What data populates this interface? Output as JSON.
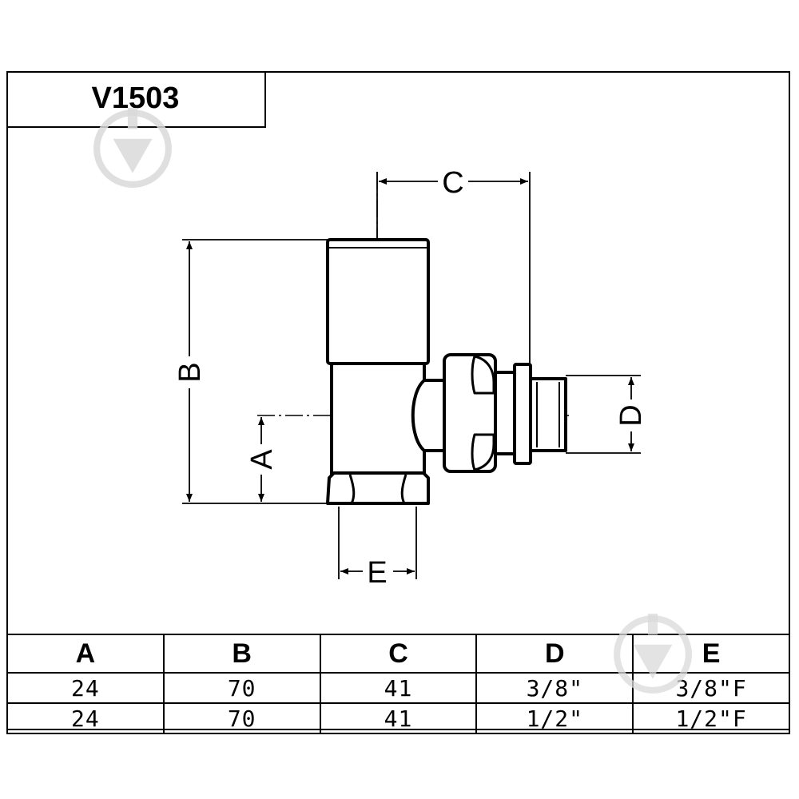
{
  "model": {
    "code": "V1503"
  },
  "dimensions": {
    "a": "A",
    "b": "B",
    "c": "C",
    "d": "D",
    "e": "E"
  },
  "table": {
    "headers": [
      "A",
      "B",
      "C",
      "D",
      "E"
    ],
    "rows": [
      [
        "24",
        "70",
        "41",
        "3/8\"",
        "3/8\"F"
      ],
      [
        "24",
        "70",
        "41",
        "1/2\"",
        "1/2\"F"
      ]
    ]
  },
  "watermark": {
    "icon": "download-arrow-icon",
    "color": "#d9d9d9"
  }
}
